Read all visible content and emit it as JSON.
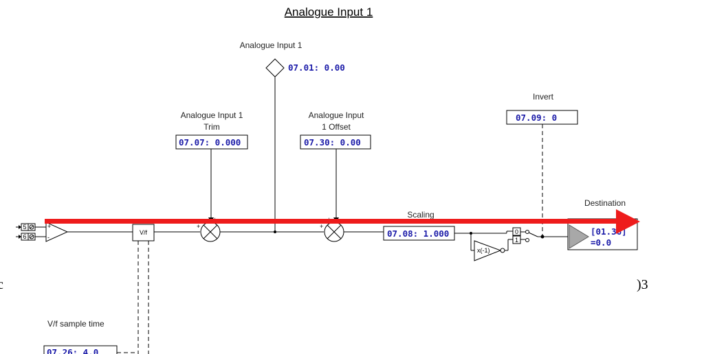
{
  "title": "Analogue Input 1",
  "analogue_input": {
    "label": "Analogue Input 1",
    "param": "07.01:  0.00"
  },
  "trim": {
    "label_line1": "Analogue Input 1",
    "label_line2": "Trim",
    "param": "07.07: 0.000"
  },
  "offset": {
    "label_line1": "Analogue Input",
    "label_line2": "1 Offset",
    "param": "07.30: 0.00"
  },
  "invert": {
    "label": "Invert",
    "param": "07.09: 0"
  },
  "scaling": {
    "label": "Scaling",
    "param": "07.08: 1.000"
  },
  "destination": {
    "label": "Destination",
    "line1": "[01.36]",
    "line2": "=0.0"
  },
  "vf": {
    "block_label": "V/f",
    "sample_time_label": "V/f sample time",
    "sample_param": "07.26: 4.0"
  },
  "terminals": [
    "5",
    "6"
  ],
  "negate_label": "x(-1)",
  "switch_labels": [
    "0",
    "1"
  ],
  "margin_fragments": [
    "c",
    ")3"
  ],
  "colors": {
    "arrow": "#ee1c1c",
    "param_text": "#1a1aa8",
    "destination_fill": "#a8a8a8"
  }
}
